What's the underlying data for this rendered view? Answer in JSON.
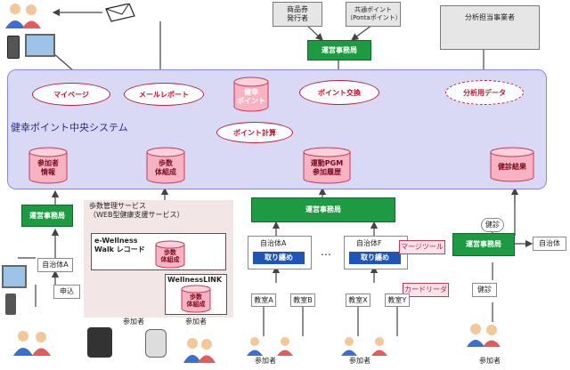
{
  "top": {
    "gift_issuer": "商品券\n発行者",
    "common_point": "共通ポイント\n（Pontaポイント）",
    "office_top": "運営事務局",
    "analysis_provider": "分析担当事業者"
  },
  "system": {
    "title": "健幸ポイント中央システム",
    "mypage": "マイページ",
    "mail_report": "メールレポート",
    "point_exchange": "ポイント交換",
    "analysis_data": "分析用データ",
    "point_calc": "ポイント計算",
    "db_point": "健幸\nポイント",
    "db_participant": "参加者\n情報",
    "db_steps": "歩数\n体組成",
    "db_exercise": "運動PGM\n参加履歴",
    "db_checkup": "健診結果"
  },
  "left": {
    "office": "運営事務局",
    "municipality": "自治体A",
    "apply": "申込"
  },
  "steps_service": {
    "title": "歩数管理サービス\n（WEB型健康支援サービス）",
    "ewellness": "e-Wellness\nWalk レコード",
    "db_steps_a": "歩数\n体組成",
    "wellness_link": "WellnessLINK",
    "db_steps_b": "歩数\n体組成",
    "participant_1": "参加者",
    "participant_2": "参加者"
  },
  "middle": {
    "office": "運営事務局",
    "municipality_a": "自治体A",
    "municipality_f": "自治体F",
    "handling_a": "取り纏め",
    "handling_f": "取り纏め",
    "dots": "…",
    "master_tool": "マージツール",
    "card_reader": "カードリーダ",
    "class_a": "教室A",
    "class_b": "教室B",
    "class_x": "教室X",
    "class_y": "教室Y",
    "participant_1": "参加者",
    "participant_2": "参加者"
  },
  "right": {
    "office": "運営事務局",
    "municipality": "自治体",
    "checkup_1": "健診",
    "checkup_2": "健診",
    "participant": "参加者"
  },
  "colors": {
    "system_bg": "#d9d9f5",
    "green": "#1e9a43",
    "blue": "#1f56b5",
    "db_pink": "#f7b3c2"
  }
}
